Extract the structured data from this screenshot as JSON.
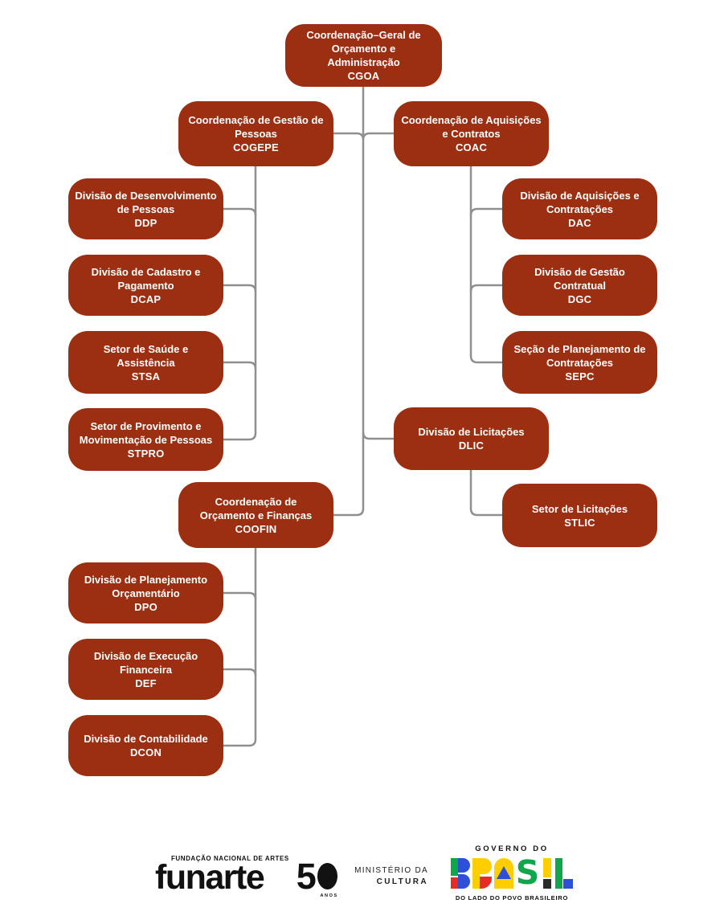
{
  "org_chart": {
    "colors": {
      "box_fill": "#9C2E11",
      "box_text": "#FFFFFF",
      "connector": "#8F8F8F"
    },
    "boxes": {
      "cgoa": {
        "name": "Coordenação–Geral de Orçamento e Administração",
        "abbr": "CGOA",
        "parent": null
      },
      "cogepe": {
        "name": "Coordenação de Gestão de Pessoas",
        "abbr": "COGEPE",
        "parent": "CGOA"
      },
      "coac": {
        "name": "Coordenação de Aquisições e Contratos",
        "abbr": "COAC",
        "parent": "CGOA"
      },
      "ddp": {
        "name": "Divisão de Desenvolvimento de Pessoas",
        "abbr": "DDP",
        "parent": "COGEPE"
      },
      "dcap": {
        "name": "Divisão de Cadastro e Pagamento",
        "abbr": "DCAP",
        "parent": "COGEPE"
      },
      "stsa": {
        "name": "Setor de Saúde e Assistência",
        "abbr": "STSA",
        "parent": "COGEPE"
      },
      "stpro": {
        "name": "Setor de Provimento e Movimentação de Pessoas",
        "abbr": "STPRO",
        "parent": "COGEPE"
      },
      "dac": {
        "name": "Divisão de Aquisições e Contratações",
        "abbr": "DAC",
        "parent": "COAC"
      },
      "dgc": {
        "name": "Divisão de Gestão Contratual",
        "abbr": "DGC",
        "parent": "COAC"
      },
      "sepc": {
        "name": "Seção de Planejamento de Contratações",
        "abbr": "SEPC",
        "parent": "COAC"
      },
      "dlic": {
        "name": "Divisão de Licitações",
        "abbr": "DLIC",
        "parent": "CGOA"
      },
      "stlic": {
        "name": "Setor de Licitações",
        "abbr": "STLIC",
        "parent": "DLIC"
      },
      "coofin": {
        "name": "Coordenação de Orçamento e Finanças",
        "abbr": "COOFIN",
        "parent": "CGOA"
      },
      "dpo": {
        "name": "Divisão de Planejamento Orçamentário",
        "abbr": "DPO",
        "parent": "COOFIN"
      },
      "def": {
        "name": "Divisão de Execução Financeira",
        "abbr": "DEF",
        "parent": "COOFIN"
      },
      "dcon": {
        "name": "Divisão de Contabilidade",
        "abbr": "DCON",
        "parent": "COOFIN"
      }
    }
  },
  "footer": {
    "funarte": {
      "institution": "FUNDAÇÃO NACIONAL DE ARTES",
      "wordmark": "funarte",
      "anniversary_digit": "5",
      "anniversary_label": "ANOS"
    },
    "ministerio_cultura": {
      "line1": "MINISTÉRIO DA",
      "line2": "CULTURA"
    },
    "governo_brasil": {
      "header": "GOVERNO DO",
      "wordmark": "BRASIL",
      "tagline": "DO LADO DO POVO BRASILEIRO",
      "colors": {
        "green": "#0FA64C",
        "yellow": "#FFCE00",
        "blue": "#2C50D8",
        "red": "#E52C25",
        "black": "#2B2B2B"
      }
    }
  }
}
